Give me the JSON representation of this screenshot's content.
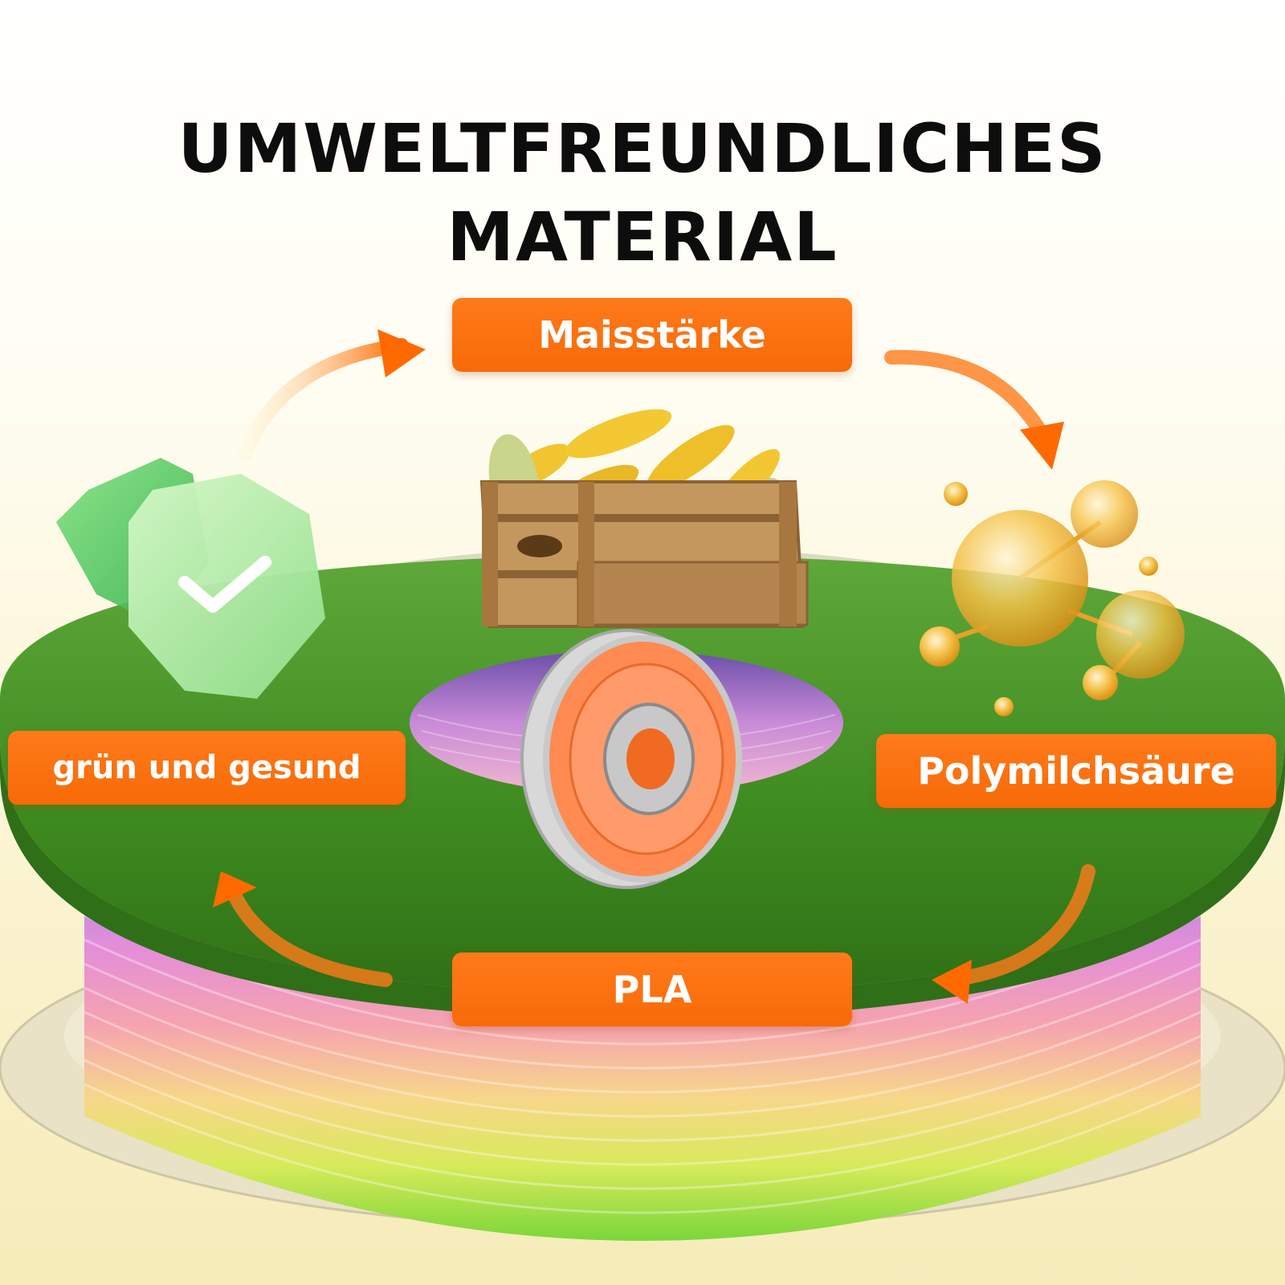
{
  "title": {
    "line1": "UMWELTFREUNDLICHES",
    "line2": "MATERIAL"
  },
  "labels": {
    "top": "Maisstärke",
    "left": "grün und gesund",
    "right": "Polymilchsäure",
    "bottom": "PLA"
  },
  "colors": {
    "label_background": "#f76a08",
    "label_text": "#ffffff",
    "title_text": "#0d0d0d",
    "grass": "#3f8a1e",
    "shield": "#4cc95a",
    "arrow": "#ff7a1a"
  },
  "icons": [
    "shield-check-icon",
    "corn-crate-icon",
    "molecule-icon",
    "filament-spool-icon",
    "cycle-arrow-icon"
  ]
}
